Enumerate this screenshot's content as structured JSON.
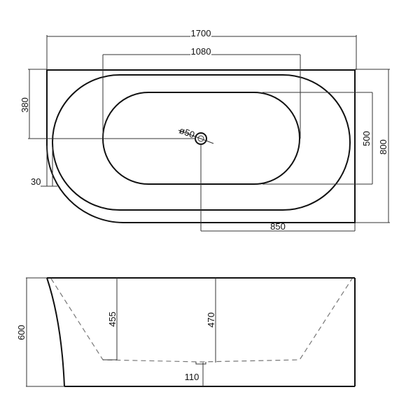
{
  "top_view": {
    "overall_length": "1700",
    "inner_length": "1080",
    "overall_width": "800",
    "inner_width": "500",
    "drain_offset_y": "380",
    "rim_offset": "30",
    "drain_offset_x": "850",
    "drain_diameter": "ø50"
  },
  "side_view": {
    "height": "600",
    "depth_left": "455",
    "depth_center": "470",
    "drain_height": "110"
  }
}
